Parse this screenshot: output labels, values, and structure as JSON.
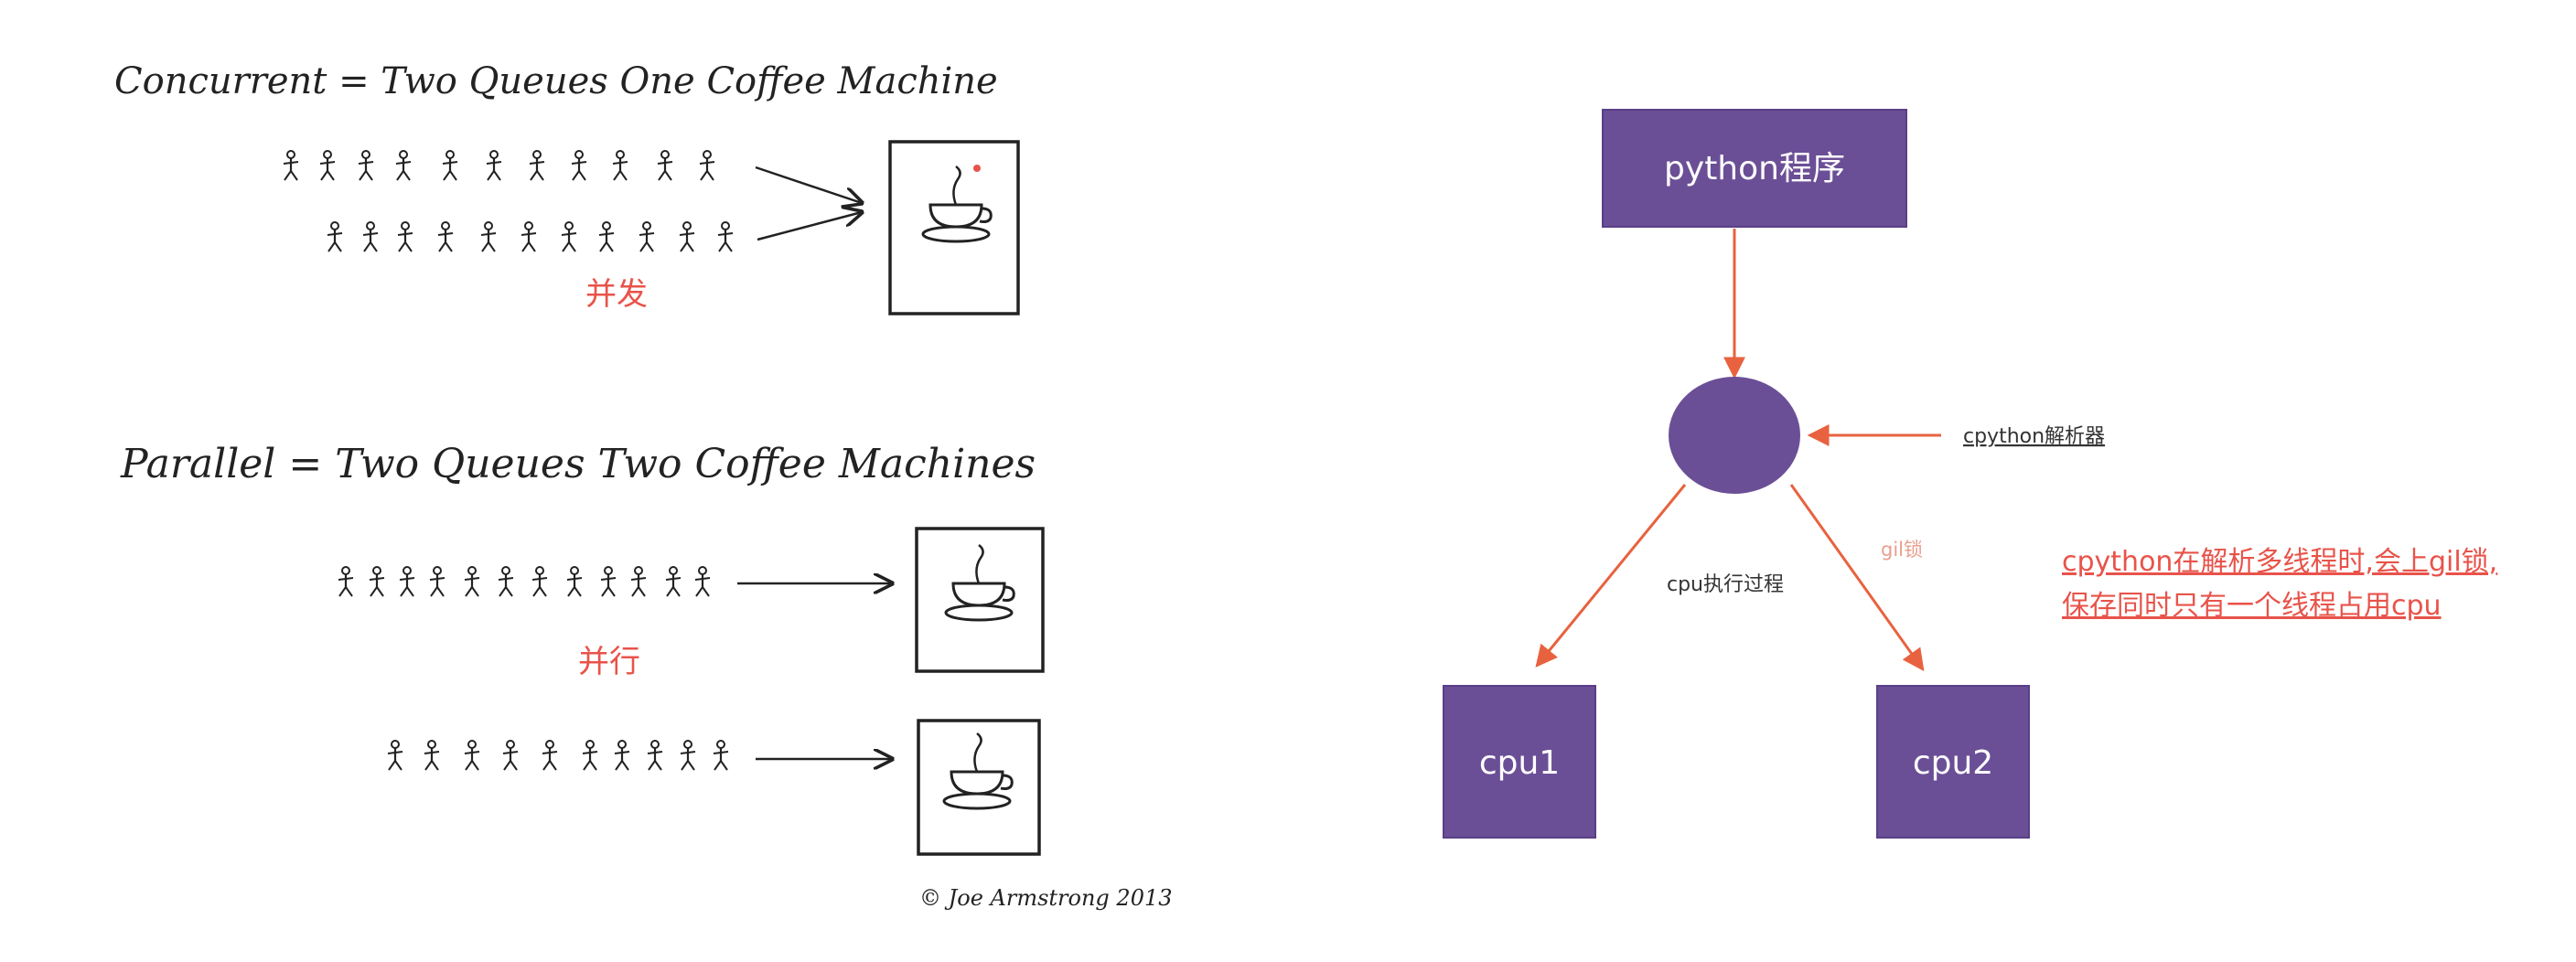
{
  "left": {
    "concurrent": {
      "heading": "Concurrent = Two Queues One Coffee Machine",
      "cn_label": "并发"
    },
    "parallel": {
      "heading": "Parallel = Two Queues Two Coffee Machines",
      "cn_label": "并行"
    },
    "credit": "© Joe Armstrong 2013"
  },
  "right": {
    "program_box": "python程序",
    "interpreter_label": "cpython解析器",
    "exec_label": "cpu执行过程",
    "gil_label": "gil锁",
    "cpu1_box": "cpu1",
    "cpu2_box": "cpu2",
    "note_line1": "cpython在解析多线程时,会上gil锁,",
    "note_line2": "保存同时只有一个线程占用cpu"
  },
  "colors": {
    "box_purple": "#6b4f96",
    "arrow_red": "#e8623f",
    "text_red": "#e8534a",
    "ink": "#222222"
  }
}
